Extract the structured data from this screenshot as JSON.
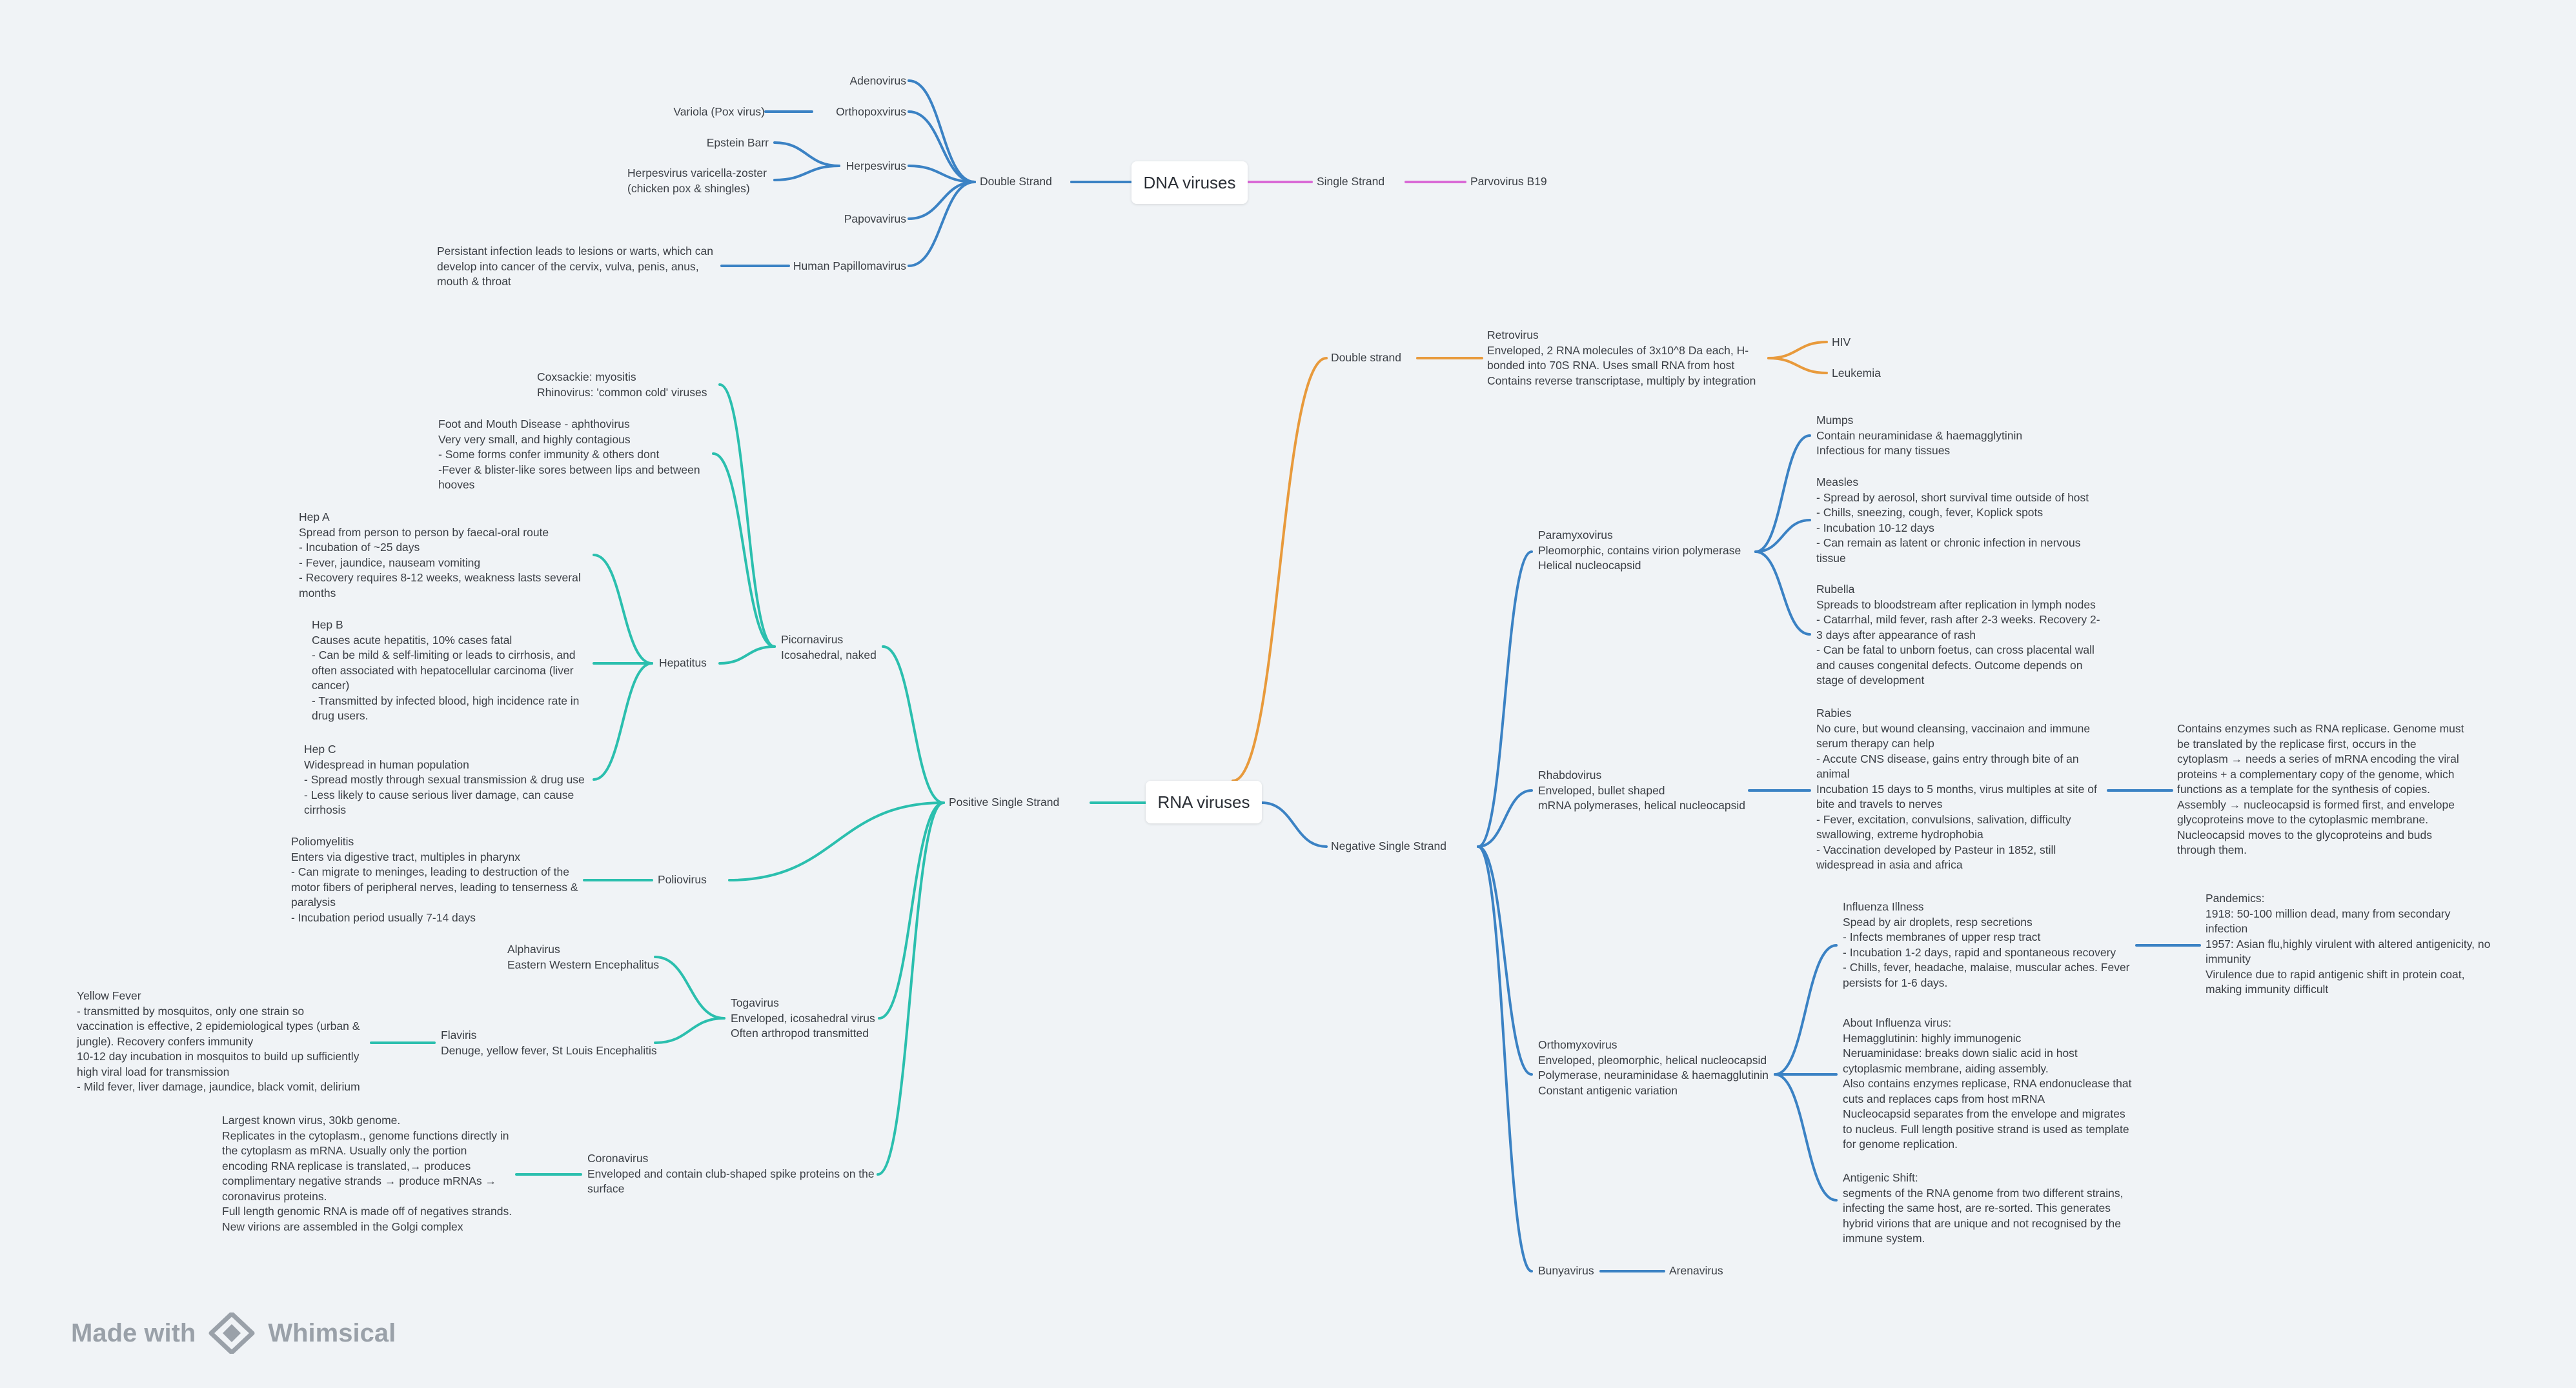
{
  "colors": {
    "dna": "#3b82c4",
    "single_strand": "#d96ad6",
    "double_strand_rna": "#e89a3c",
    "positive": "#2bbfae",
    "negative": "#3b82c4",
    "brand_gray": "#9aa1a9"
  },
  "brand": {
    "prefix": "Made with",
    "name": "Whimsical",
    "icon": "whimsical-logo-icon"
  },
  "dna": {
    "root": "DNA viruses",
    "double_strand": "Double Strand",
    "single_strand": "Single Strand",
    "parvovirus": "Parvovirus B19",
    "adenovirus": "Adenovirus",
    "orthopoxvirus": "Orthopoxvirus",
    "variola": "Variola (Pox virus)",
    "herpesvirus": "Herpesvirus",
    "epstein": "Epstein Barr",
    "varicella": "Herpesvirus varicella-zoster\n(chicken pox & shingles)",
    "papovavirus": "Papovavirus",
    "hpv": "Human Papillomavirus",
    "hpv_note": "Persistant infection leads to lesions or warts, which can\ndevelop into cancer of the cervix, vulva, penis, anus,\nmouth & throat"
  },
  "rna": {
    "root": "RNA viruses",
    "double_strand": "Double strand",
    "retrovirus": "Retrovirus\nEnveloped, 2 RNA molecules of 3x10^8 Da each, H-\nbonded into 70S RNA. Uses small RNA from host\nContains reverse transcriptase, multiply by integration",
    "hiv": "HIV",
    "leukemia": "Leukemia",
    "positive": "Positive Single Strand",
    "negative": "Negative Single Strand",
    "picornavirus": "Picornavirus\nIcosahedral, naked",
    "coxsackie": "Coxsackie: myositis\nRhinovirus: 'common cold' viruses",
    "fmd": "Foot and Mouth Disease - aphthovirus\nVery very small, and highly contagious\n - Some forms confer immunity & others dont\n -Fever & blister-like sores between lips and between\nhooves",
    "hepatitus": "Hepatitus",
    "hepa": "Hep A\nSpread from person to person by faecal-oral route\n - Incubation of ~25 days\n - Fever, jaundice, nauseam vomiting\n - Recovery requires 8-12 weeks, weakness lasts several\nmonths",
    "hepb": "Hep B\nCauses acute hepatitis, 10% cases fatal\n - Can be mild & self-limiting or leads to cirrhosis, and\noften associated with hepatocellular carcinoma (liver\ncancer)\n - Transmitted by infected blood, high incidence rate in\ndrug users.",
    "hepc": "Hep C\nWidespread in human population\n - Spread mostly through sexual transmission & drug use\n - Less likely to cause serious liver damage, can cause\ncirrhosis",
    "poliovirus": "Poliovirus",
    "polio_note": "Poliomyelitis\nEnters via digestive tract, multiples in pharynx\n - Can migrate to meninges, leading to destruction of the\nmotor fibers of peripheral nerves, leading to tenserness &\nparalysis\n - Incubation period usually 7-14 days",
    "togavirus": "Togavirus\nEnveloped, icosahedral virus\nOften arthropod transmitted",
    "alphavirus": "Alphavirus\nEastern Western Encephalitus",
    "flaviris": "Flaviris\nDenuge, yellow fever, St Louis Encephalitis",
    "yellow_fever": "Yellow Fever\n - transmitted by mosquitos, only one strain so\nvaccination is effective, 2 epidemiological types (urban &\njungle). Recovery confers immunity\n10-12 day incubation in mosquitos to build up sufficiently\nhigh viral load for transmission\n - Mild fever, liver damage, jaundice, black vomit, delirium",
    "coronavirus": "Coronavirus\nEnveloped and contain club-shaped spike proteins on the\nsurface",
    "corona_note": "Largest known virus, 30kb genome.\nReplicates in the cytoplasm., genome functions directly in\nthe cytoplasm as mRNA. Usually only the portion\nencoding RNA replicase is translated,→ produces\ncomplimentary negative strands → produce mRNAs →\ncoronavirus proteins.\nFull length genomic RNA is made off of negatives strands.\nNew virions are assembled in the Golgi complex",
    "paramyxovirus": "Paramyxovirus\nPleomorphic, contains virion polymerase\nHelical nucleocapsid",
    "mumps": "Mumps\nContain neuraminidase & haemagglytinin\nInfectious for many tissues",
    "measles": "Measles\n - Spread by aerosol, short survival time outside of host\n - Chills, sneezing, cough, fever, Koplick spots\n - Incubation 10-12 days\n - Can remain as latent or chronic infection in nervous\ntissue",
    "rubella": "Rubella\nSpreads to bloodstream after replication in lymph nodes\n - Catarrhal, mild fever, rash after 2-3 weeks. Recovery 2-\n3 days after appearance of rash\n - Can be fatal to unborn foetus, can cross placental wall\nand causes congenital defects. Outcome depends on\nstage of development",
    "rhabdovirus": "Rhabdovirus\nEnveloped, bullet shaped\nmRNA polymerases, helical nucleocapsid",
    "rabies": "Rabies\nNo cure, but wound cleansing, vaccinaion and immune\nserum therapy can help\n - Accute CNS disease, gains entry through bite of an\nanimal\nIncubation 15 days to 5 months, virus multiples at site of\nbite and travels to nerves\n - Fever, excitation, convulsions, salivation, difficulty\nswallowing, extreme hydrophobia\n - Vaccination developed by Pasteur in 1852, still\nwidespread in asia and africa",
    "rabies_note": "Contains enzymes such as RNA replicase. Genome must\nbe translated by the replicase first, occurs in the\ncytoplasm → needs a series of mRNA encoding the viral\nproteins + a complementary copy of the genome, which\nfunctions as a template for the synthesis of copies.\n Assembly → nucleocapsid is formed first, and envelope\nglycoproteins move to the cytoplasmic membrane.\nNucleocapsid moves to the glycoproteins and buds\nthrough them.",
    "orthomyxovirus": "Orthomyxovirus\nEnveloped, pleomorphic, helical nucleocapsid\nPolymerase, neuraminidase & haemagglutinin\nConstant antigenic variation",
    "influenza_illness": "Influenza Illness\nSpead by air droplets, resp secretions\n - Infects membranes of upper resp tract\n - Incubation 1-2 days, rapid and spontaneous recovery\n - Chills, fever, headache, malaise, muscular aches. Fever\npersists for 1-6 days.",
    "pandemics": "Pandemics:\n1918: 50-100 million dead, many from secondary\ninfection\n1957: Asian flu,highly virulent with altered antigenicity, no\nimmunity\nVirulence due to rapid antigenic shift in protein coat,\nmaking immunity difficult",
    "about_influenza": "About Influenza virus:\nHemagglutinin: highly immunogenic\nNeruaminidase: breaks down sialic acid in host\ncytoplasmic membrane, aiding assembly.\nAlso contains enzymes replicase, RNA endonuclease that\ncuts and replaces caps from host mRNA\nNucleocapsid separates from the envelope and migrates\nto nucleus. Full length positive strand is used as template\nfor genome replication.",
    "antigenic_shift": "Antigenic Shift:\nsegments of the RNA genome from two different strains,\ninfecting the same host, are re-sorted. This generates\nhybrid virions that are unique and not recognised by the\nimmune system.",
    "bunyavirus": "Bunyavirus",
    "arenavirus": "Arenavirus"
  }
}
